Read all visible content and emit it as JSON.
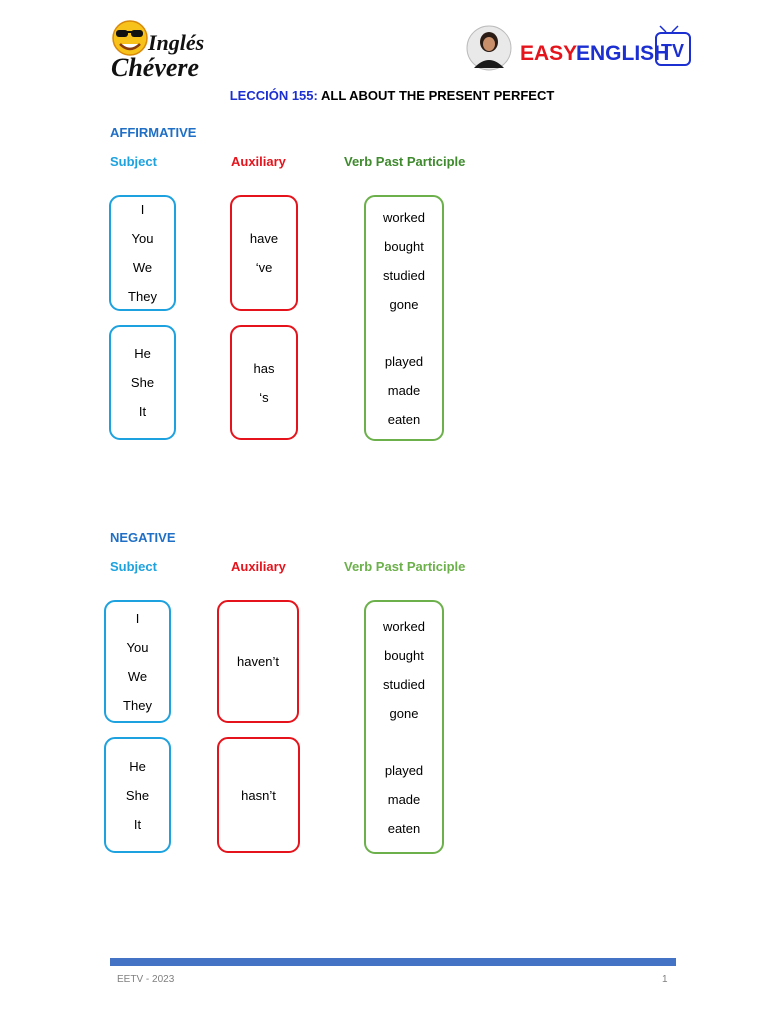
{
  "header": {
    "left_logo": {
      "line1": "Inglés",
      "line2": "Chévere"
    },
    "right_logo": {
      "easy": "EASY",
      "english": "ENGLISH",
      "tv": "TV"
    },
    "lesson_label": "LECCIÓN 155",
    "lesson_separator": ":",
    "lesson_title": " ALL ABOUT THE PRESENT PERFECT"
  },
  "affirmative": {
    "title": "AFFIRMATIVE",
    "headers": {
      "subject": "Subject",
      "auxiliary": "Auxiliary",
      "verb": "Verb Past Participle"
    },
    "subjects_plural": [
      "I",
      "You",
      "We",
      "They"
    ],
    "subjects_singular": [
      "He",
      "She",
      "It"
    ],
    "aux_plural": [
      "have",
      "‘ve"
    ],
    "aux_singular": [
      "has",
      "‘s"
    ],
    "verbs": [
      "worked",
      "bought",
      "studied",
      "gone",
      "played",
      "made",
      "eaten"
    ]
  },
  "negative": {
    "title": "NEGATIVE",
    "headers": {
      "subject": "Subject",
      "auxiliary": "Auxiliary",
      "verb": "Verb Past Participle"
    },
    "subjects_plural": [
      "I",
      "You",
      "We",
      "They"
    ],
    "subjects_singular": [
      "He",
      "She",
      "It"
    ],
    "aux_plural": [
      "haven’t"
    ],
    "aux_singular": [
      "hasn’t"
    ],
    "verbs": [
      "worked",
      "bought",
      "studied",
      "gone",
      "played",
      "made",
      "eaten"
    ]
  },
  "footer": {
    "left": "EETV - 2023",
    "page": "1"
  },
  "colors": {
    "subject": "#1ea2df",
    "auxiliary": "#e5141c",
    "verb": "#3e8a2d",
    "section": "#1f6fc6",
    "footer_bar": "#4472c4"
  }
}
